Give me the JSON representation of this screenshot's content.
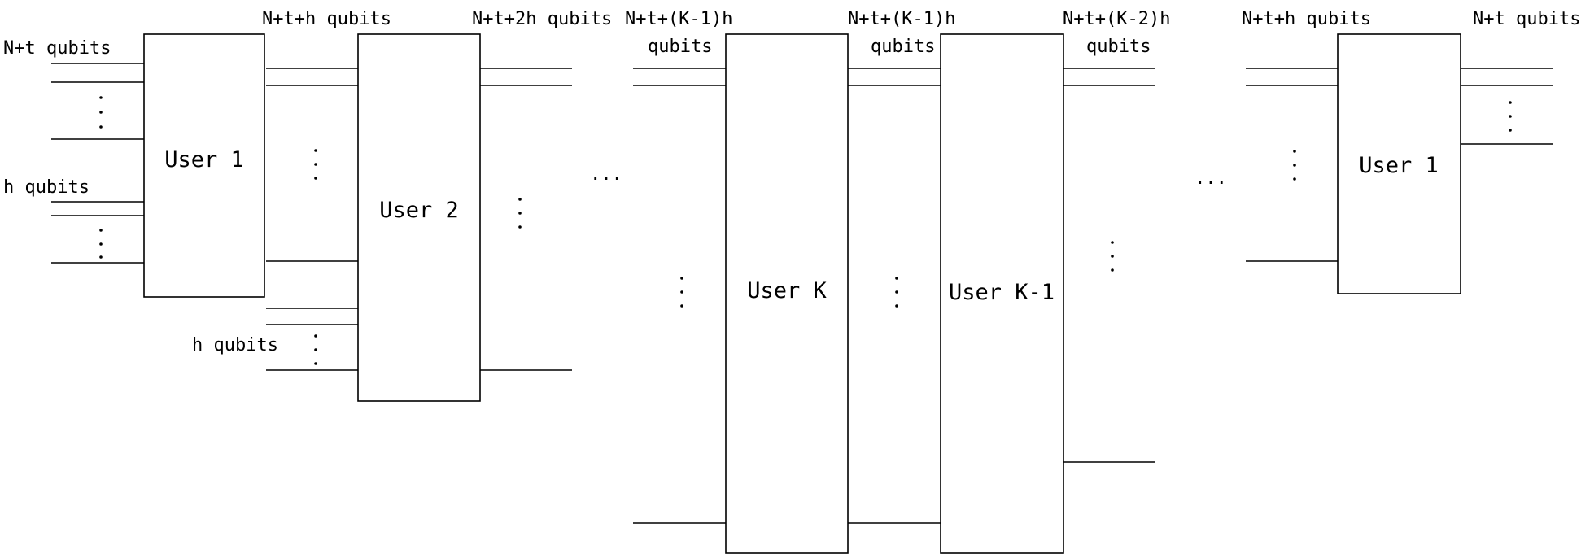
{
  "labels": {
    "l1": "N+t qubits",
    "l2": "h qubits",
    "l3": "N+t+h qubits",
    "l4": "h qubits",
    "l5": "N+t+2h qubits",
    "l6a": "N+t+(K-1)h",
    "l6b": "qubits",
    "l7a": "N+t+(K-1)h",
    "l7b": "qubits",
    "l8a": "N+t+(K-2)h",
    "l8b": "qubits",
    "l9": "N+t+h qubits",
    "l10": "N+t qubits"
  },
  "boxes": {
    "user1": "User 1",
    "user2": "User 2",
    "userK": "User K",
    "userK1": "User K-1",
    "user1b": "User 1"
  },
  "ellipsis": "...",
  "colors": {
    "line": "#000000",
    "background": "#ffffff"
  }
}
